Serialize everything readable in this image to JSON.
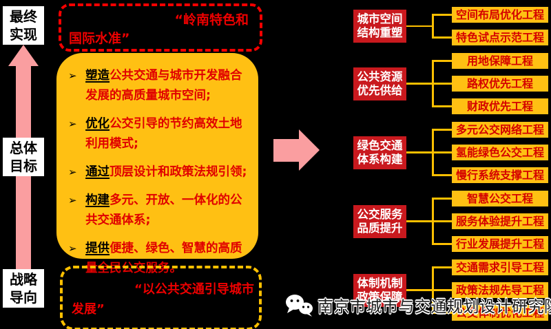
{
  "left_column": {
    "stages": [
      {
        "label": "最终\n实现"
      },
      {
        "label": "总体\n目标"
      },
      {
        "label": "战略\n导向"
      }
    ]
  },
  "vision_box": {
    "line1": "“岭南特色和",
    "line2": "国际水准”"
  },
  "goals_box": {
    "bullet": "➢",
    "items": [
      {
        "lead": "塑造",
        "emphasis": "公共交通与城市开发融合发展的高质量城市空间;"
      },
      {
        "lead": "优化",
        "emphasis": "公交引导的节约高效土地利用模式;"
      },
      {
        "lead": "通过",
        "emphasis": "顶层设计和政策法规引领;"
      },
      {
        "lead": "构建",
        "emphasis": "多元、开放、一体化的公共交通体系;"
      },
      {
        "lead": "提供",
        "emphasis": "便捷、绿色、智慧的高质量全民公交服务。"
      }
    ]
  },
  "strategy_box": {
    "line1": "“以公共交通引导城市",
    "line2": "发展”"
  },
  "right_diagram": {
    "groups": [
      {
        "category": "城市空间\n结构重塑",
        "projects": [
          "空间布局优化工程",
          "特色试点示范工程"
        ]
      },
      {
        "category": "公共资源\n优先供给",
        "projects": [
          "用地保障工程",
          "路权优先工程",
          "财政优先工程"
        ]
      },
      {
        "category": "绿色交通\n体系构建",
        "projects": [
          "多元公交网络工程",
          "氢能绿色公交工程",
          "慢行系统支撑工程"
        ]
      },
      {
        "category": "公交服务\n品质提升",
        "projects": [
          "智慧公交工程",
          "服务体验提升工程",
          "行业发展提升工程"
        ]
      },
      {
        "category": "体制机制\n政策保障",
        "projects": [
          "交通需求引导工程",
          "政策法规先导工程",
          "公交体制优化工程"
        ]
      }
    ]
  },
  "watermark": {
    "icon": "wechat-icon",
    "text": "南京市城市与交通规划设计研究院"
  },
  "colors": {
    "background": "#000000",
    "panel_yellow": "#FFC013",
    "category_red": "#C9191E",
    "emphasis_red": "#E00000",
    "dashed_red": "#F40000",
    "dashed_gold": "#FFC000",
    "arrow_pink": "#FA9EA0",
    "connector_gold": "#FFC000"
  }
}
